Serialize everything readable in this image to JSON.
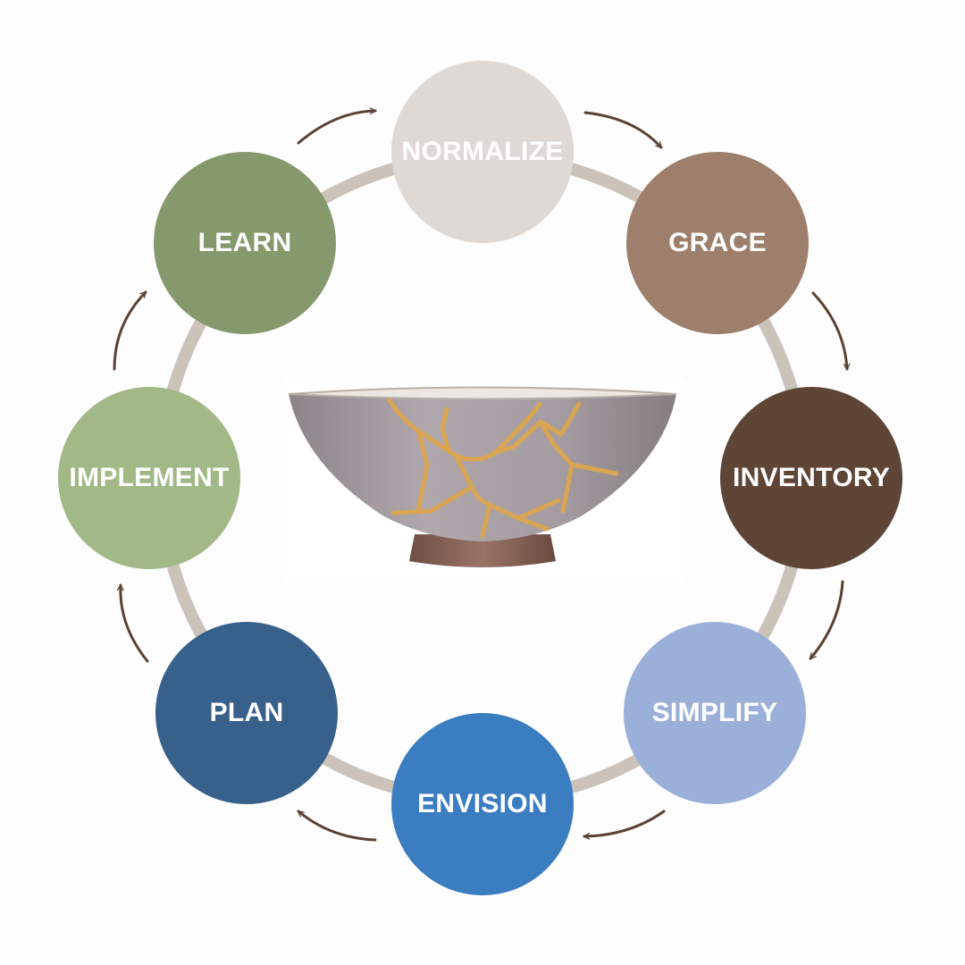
{
  "diagram": {
    "ring_color": "#cbc3ba",
    "arrow_color": "#5a4133",
    "nodes": [
      {
        "id": "normalize",
        "label": "NORMALIZE",
        "color": "#dfd9d5"
      },
      {
        "id": "grace",
        "label": "GRACE",
        "color": "#9e7f6b"
      },
      {
        "id": "inventory",
        "label": "INVENTORY",
        "color": "#5e4536"
      },
      {
        "id": "simplify",
        "label": "SIMPLIFY",
        "color": "#9bb0d8"
      },
      {
        "id": "envision",
        "label": "ENVISION",
        "color": "#3b7dc1"
      },
      {
        "id": "plan",
        "label": "PLAN",
        "color": "#37618b"
      },
      {
        "id": "implement",
        "label": "IMPLEMENT",
        "color": "#a2b887"
      },
      {
        "id": "learn",
        "label": "LEARN",
        "color": "#85996c"
      }
    ],
    "center_image": {
      "icon": "kintsugi-bowl-icon",
      "glaze_color": "#a49ca0",
      "gold_color": "#d9a552"
    }
  }
}
